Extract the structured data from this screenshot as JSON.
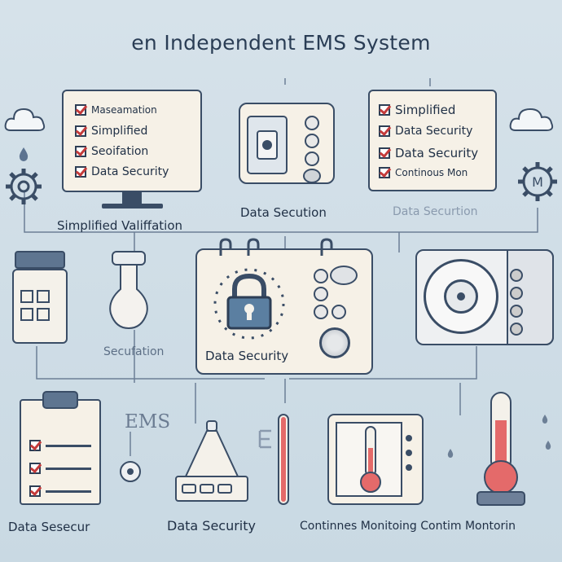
{
  "title": "en Independent EMS System",
  "top_left_card": {
    "items": [
      "Maseamation",
      "Simplified",
      "Seoifation",
      "Data Security"
    ]
  },
  "top_right_card": {
    "items": [
      "Simplified",
      "Data Security",
      "Data Security",
      "Continous Mon"
    ]
  },
  "labels": {
    "simplified_validation": "Simplified Valiffation",
    "data_securtion": "Data Secution",
    "faint_right": "Data Securtion",
    "secufation": "Secufation",
    "lock_panel": "Data Security",
    "ems": "EMS",
    "bottom_1": "Data Sesecur",
    "bottom_2": "Data Security",
    "bottom_3": "Continnes Monitoing Contim Montorin"
  },
  "colors": {
    "background": "#cfdde6",
    "outline": "#3a4d66",
    "card": "#f6f1e7",
    "lock": "#5b7fa1",
    "checkmark": "#c43b3b",
    "thermo_red": "#e46a6a"
  },
  "icons": [
    "cloud-icon",
    "gear-icon",
    "monitor-icon",
    "control-panel-icon",
    "jar-icon",
    "flask-icon",
    "padlock-icon",
    "fan-unit-icon",
    "clipboard-icon",
    "lamp-icon",
    "thermometer-icon",
    "ems-glyph-icon"
  ]
}
